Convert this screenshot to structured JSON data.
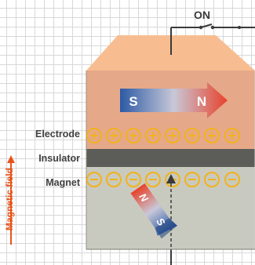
{
  "switch": {
    "label": "ON"
  },
  "layers": {
    "electrode": "Electrode",
    "insulator": "Insulator",
    "magnet": "Magnet"
  },
  "axis": {
    "label": "Magnetic field"
  },
  "electrode_magnet": {
    "south": "S",
    "north": "N"
  },
  "tilted_magnet": {
    "north": "N",
    "south": "S"
  },
  "charges": {
    "positive": "+",
    "negative": "−"
  },
  "colors": {
    "top_face": "#f7bd90",
    "electrode": "#e5a889",
    "insulator": "#5c5d58",
    "magnet_layer": "#c9cabf",
    "charge": "#f2b21c",
    "accent": "#e8541b",
    "north_red": "#e8422a",
    "south_blue": "#2c5aa4"
  }
}
